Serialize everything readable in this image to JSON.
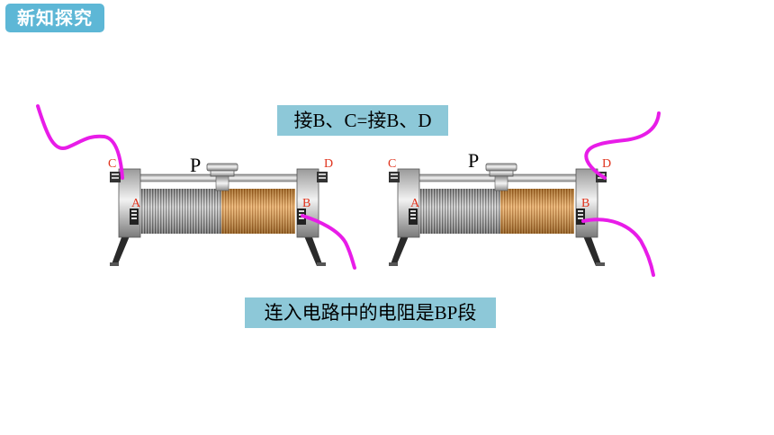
{
  "header": {
    "badge": "新知探究"
  },
  "captions": {
    "connection": "接B、C=接B、D",
    "result": "连入电路中的电阻是BP段"
  },
  "rheostat_left": {
    "slider": "P",
    "top_left": "C",
    "top_right": "D",
    "bottom_left": "A",
    "bottom_right": "B"
  },
  "rheostat_right": {
    "slider": "P",
    "top_left": "C",
    "top_right": "D",
    "bottom_left": "A",
    "bottom_right": "B"
  },
  "colors": {
    "wire": "#e81ce8",
    "badge": "#5db7d6",
    "caption_bg": "#8dc8d8",
    "terminal_label": "#e0321c",
    "coil_active": "#e8a045"
  }
}
